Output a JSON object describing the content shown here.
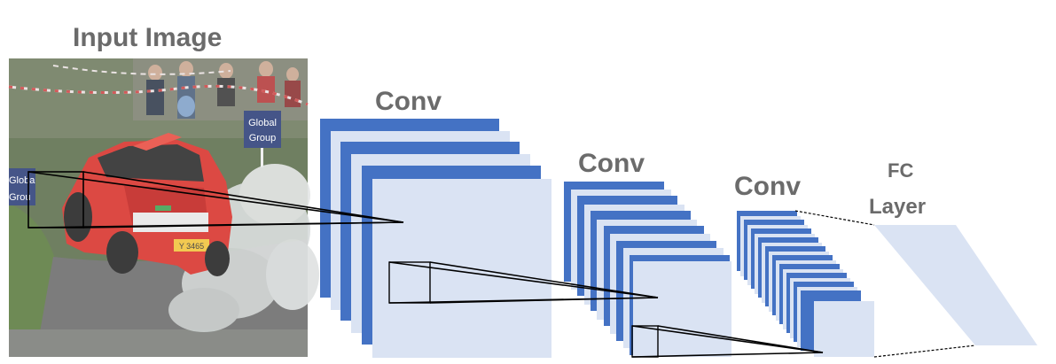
{
  "title": "Input Image",
  "layers": [
    {
      "label": "Conv"
    },
    {
      "label": "Conv"
    },
    {
      "label": "Conv"
    },
    {
      "label_line1": "FC",
      "label_line2": "Layer"
    }
  ],
  "image_signs": {
    "sign1_line1": "Global",
    "sign1_line2": "Group",
    "sign2_line1": "Globa",
    "sign2_line2": "Grou",
    "plate": "Y 3465"
  },
  "colors": {
    "dark_blue": "#4472c4",
    "light_blue": "#dae3f3",
    "label_gray": "#6b6b6b",
    "line": "#000000"
  }
}
